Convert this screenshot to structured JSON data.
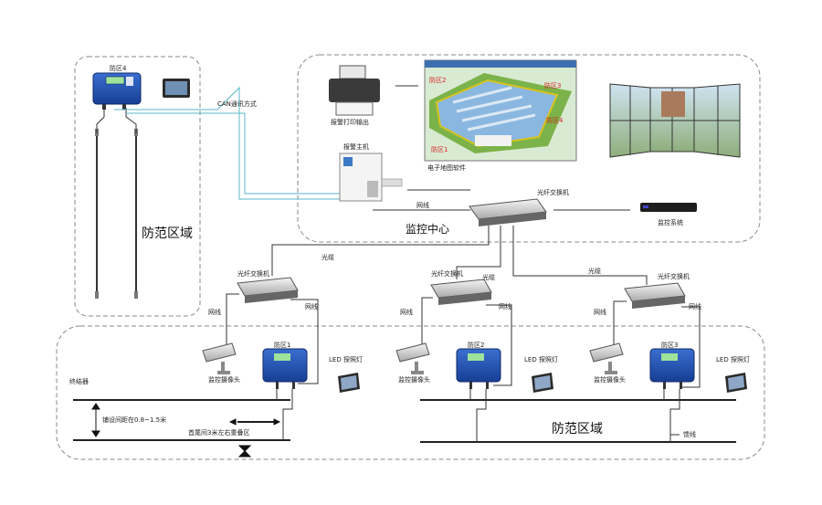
{
  "labels": {
    "zone4": "防区4",
    "can_comm": "CAN通讯方式",
    "area_left": "防范区域",
    "printer": "报警打印输出",
    "alarm_host": "报警主机",
    "emap": "电子地图软件",
    "fiber_switch_center": "光纤交换机",
    "network_center": "网线",
    "monitor_center": "监控中心",
    "monitor_system": "监控系统",
    "fiber_left": "光缆",
    "fiber_mid": "光缆",
    "fiber_right": "光缆",
    "switch1": "光纤交换机",
    "switch2": "光纤交换机",
    "switch3": "光纤交换机",
    "net1a": "网线",
    "net1b": "网线",
    "net2a": "网线",
    "net2b": "网线",
    "net3a": "网线",
    "net3b": "网线",
    "zone1": "防区1",
    "zone2": "防区2",
    "zone3": "防区3",
    "camera1": "监控摄像头",
    "camera2": "监控摄像头",
    "camera3": "监控摄像头",
    "led1": "LED 探照灯",
    "led2": "LED 探照灯",
    "led3": "LED 探照灯",
    "terminal": "终结器",
    "spacing": "铺设间距在0.8~1.5米",
    "overlap": "首尾间3米左右重叠区",
    "area_bottom": "防范区域",
    "cable": "馈线",
    "map_zone_a": "防区2",
    "map_zone_b": "防区3",
    "map_zone_c": "防区4",
    "map_zone_d": "防区1"
  },
  "colors": {
    "controller_blue": "#1f4aa8",
    "cable_teal": "#58b7c8",
    "dash_border": "#8a8a8a",
    "map_green": "#7bb34a",
    "zone_red": "#d62020"
  }
}
